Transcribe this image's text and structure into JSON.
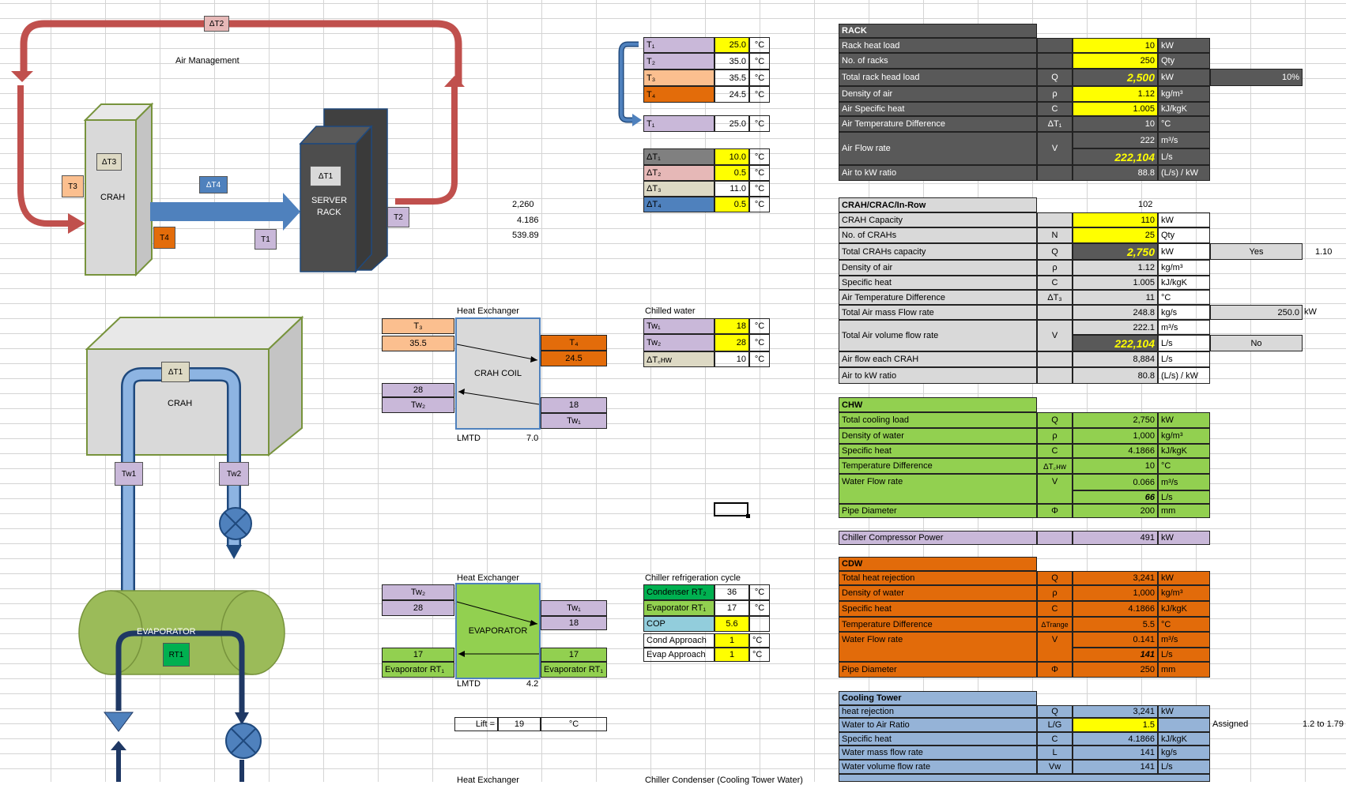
{
  "diagram": {
    "air_management": "Air Management",
    "crah": "CRAH",
    "server_rack_1": "SERVER",
    "server_rack_2": "RACK",
    "dT1": "ΔT1",
    "dT2": "ΔT2",
    "dT3": "ΔT3",
    "dT4": "ΔT4",
    "T1": "T1",
    "T2": "T2",
    "T3": "T3",
    "T4": "T4",
    "crah2": "CRAH",
    "tw1": "Tw1",
    "tw2": "Tw2",
    "dT1b": "ΔT1",
    "evaporator": "EVAPORATOR",
    "rt1": "RT1"
  },
  "side_values": {
    "v1": "2,260",
    "v2": "4.186",
    "v3": "539.89"
  },
  "temps": {
    "rows": [
      {
        "label": "T₁",
        "value": "25.0",
        "unit": "°C"
      },
      {
        "label": "T₂",
        "value": "35.0",
        "unit": "°C"
      },
      {
        "label": "T₃",
        "value": "35.5",
        "unit": "°C"
      },
      {
        "label": "T₄",
        "value": "24.5",
        "unit": "°C"
      }
    ],
    "t1_again": {
      "label": "T₁",
      "value": "25.0",
      "unit": "°C"
    },
    "deltas": [
      {
        "label": "ΔT₁",
        "value": "10.0",
        "unit": "°C"
      },
      {
        "label": "ΔT₂",
        "value": "0.5",
        "unit": "°C"
      },
      {
        "label": "ΔT₃",
        "value": "11.0",
        "unit": "°C"
      },
      {
        "label": "ΔT₄",
        "value": "0.5",
        "unit": "°C"
      }
    ]
  },
  "hx1": {
    "title": "Heat Exchanger",
    "coil": "CRAH COIL",
    "t3_label": "T₃",
    "t3_value": "35.5",
    "t4_label": "T₄",
    "t4_value": "24.5",
    "tw2_value": "28",
    "tw2_label": "Tw₂",
    "tw1_value": "18",
    "tw1_label": "Tw₁",
    "lmtd_label": "LMTD",
    "lmtd_value": "7.0"
  },
  "chilled": {
    "title": "Chilled water",
    "rows": [
      {
        "label": "Tw₁",
        "value": "18",
        "unit": "°C"
      },
      {
        "label": "Tw₂",
        "value": "28",
        "unit": "°C"
      },
      {
        "label": "ΔT꜀ʜᴡ",
        "value": "10",
        "unit": "°C"
      }
    ]
  },
  "hx2": {
    "title": "Heat Exchanger",
    "coil": "EVAPORATOR",
    "tw2_label": "Tw₂",
    "tw2_value": "28",
    "tw1_label": "Tw₁",
    "tw1_value": "18",
    "rt_left_value": "17",
    "rt_left_label": "Evaporator RT₁",
    "rt_right_value": "17",
    "rt_right_label": "Evaporator RT₁",
    "lmtd_label": "LMTD",
    "lmtd_value": "4.2",
    "lift_label": "Lift =",
    "lift_value": "19",
    "lift_unit": "°C"
  },
  "refrig": {
    "title": "Chiller refrigeration cycle",
    "rows": [
      {
        "label": "Condenser RT₂",
        "value": "36",
        "unit": "°C"
      },
      {
        "label": "Evaporator RT₁",
        "value": "17",
        "unit": "°C"
      },
      {
        "label": "COP",
        "value": "5.6",
        "unit": ""
      },
      {
        "label": "Cond Approach",
        "value": "1",
        "unit": "°C"
      },
      {
        "label": "Evap Approach",
        "value": "1",
        "unit": "°C"
      }
    ]
  },
  "bottom": {
    "hx3": "Heat Exchanger",
    "cond": "Chiller Condenser (Cooling Tower Water)"
  },
  "rack": {
    "header": "RACK",
    "rows": [
      {
        "label": "Rack heat load",
        "sym": "",
        "value": "10",
        "unit": "kW"
      },
      {
        "label": "No. of racks",
        "sym": "",
        "value": "250",
        "unit": "Qty"
      },
      {
        "label": "Total rack head load",
        "sym": "Q",
        "value": "2,500",
        "unit": "kW",
        "extra": "10%"
      },
      {
        "label": "Density of air",
        "sym": "ρ",
        "value": "1.12",
        "unit": "kg/m³"
      },
      {
        "label": "Air Specific heat",
        "sym": "C",
        "value": "1.005",
        "unit": "kJ/kgK"
      },
      {
        "label": "Air Temperature Difference",
        "sym": "ΔT₁",
        "value": "10",
        "unit": "°C"
      },
      {
        "label": "Air Flow rate",
        "sym": "V",
        "value": "222",
        "unit": "m³/s",
        "value2": "222,104",
        "unit2": "L/s"
      },
      {
        "label": "Air to kW ratio",
        "sym": "",
        "value": "88.8",
        "unit": "(L/s) / kW"
      }
    ]
  },
  "crah_tbl": {
    "header": "CRAH/CRAC/In-Row",
    "header_value": "102",
    "rows": [
      {
        "label": "CRAH Capacity",
        "sym": "",
        "value": "110",
        "unit": "kW"
      },
      {
        "label": "No. of CRAHs",
        "sym": "N",
        "value": "25",
        "unit": "Qty"
      },
      {
        "label": "Total CRAHs capacity",
        "sym": "Q",
        "value": "2,750",
        "unit": "kW",
        "extra": "Yes",
        "extra2": "1.10"
      },
      {
        "label": "Density of air",
        "sym": "ρ",
        "value": "1.12",
        "unit": "kg/m³"
      },
      {
        "label": "Specific heat",
        "sym": "C",
        "value": "1.005",
        "unit": "kJ/kgK"
      },
      {
        "label": "Air Temperature Difference",
        "sym": "ΔT₃",
        "value": "11",
        "unit": "°C"
      },
      {
        "label": "Total Air mass Flow rate",
        "sym": "",
        "value": "248.8",
        "unit": "kg/s",
        "extra": "250.0",
        "extra_unit": "kW"
      },
      {
        "label": "Total Air volume flow rate",
        "sym": "V",
        "value": "222.1",
        "unit": "m³/s",
        "value2": "222,104",
        "unit2": "L/s",
        "extra": "No"
      },
      {
        "label": "Air flow each CRAH",
        "sym": "",
        "value": "8,884",
        "unit": "L/s"
      },
      {
        "label": "Air to kW ratio",
        "sym": "",
        "value": "80.8",
        "unit": "(L/s) / kW"
      }
    ]
  },
  "chw": {
    "header": "CHW",
    "rows": [
      {
        "label": "Total cooling load",
        "sym": "Q",
        "value": "2,750",
        "unit": "kW"
      },
      {
        "label": "Density of water",
        "sym": "ρ",
        "value": "1,000",
        "unit": "kg/m³"
      },
      {
        "label": "Specific heat",
        "sym": "C",
        "value": "4.1866",
        "unit": "kJ/kgK"
      },
      {
        "label": "Temperature Difference",
        "sym": "ΔT꜀ʜᴡ",
        "value": "10",
        "unit": "°C"
      },
      {
        "label": "Water Flow rate",
        "sym": "V",
        "value": "0.066",
        "unit": "m³/s",
        "value2": "66",
        "unit2": "L/s"
      },
      {
        "label": "Pipe Diameter",
        "sym": "Φ",
        "value": "200",
        "unit": "mm"
      }
    ]
  },
  "compressor": {
    "label": "Chiller Compressor Power",
    "value": "491",
    "unit": "kW"
  },
  "cdw": {
    "header": "CDW",
    "rows": [
      {
        "label": "Total heat rejection",
        "sym": "Q",
        "value": "3,241",
        "unit": "kW"
      },
      {
        "label": "Density of water",
        "sym": "ρ",
        "value": "1,000",
        "unit": "kg/m³"
      },
      {
        "label": "Specific heat",
        "sym": "C",
        "value": "4.1866",
        "unit": "kJ/kgK"
      },
      {
        "label": "Temperature Difference",
        "sym": "ΔTrange",
        "value": "5.5",
        "unit": "°C"
      },
      {
        "label": "Water Flow rate",
        "sym": "V",
        "value": "0.141",
        "unit": "m³/s",
        "value2": "141",
        "unit2": "L/s"
      },
      {
        "label": "Pipe Diameter",
        "sym": "Φ",
        "value": "250",
        "unit": "mm"
      }
    ]
  },
  "ct": {
    "header": "Cooling Tower",
    "rows": [
      {
        "label": "heat rejection",
        "sym": "Q",
        "value": "3,241",
        "unit": "kW"
      },
      {
        "label": "Water to Air Ratio",
        "sym": "L/G",
        "value": "1.5",
        "unit": "",
        "extra": "Assigned",
        "extra2": "1.2 to 1.79"
      },
      {
        "label": "Specific heat",
        "sym": "C",
        "value": "4.1866",
        "unit": "kJ/kgK"
      },
      {
        "label": "Water mass flow rate",
        "sym": "L",
        "value": "141",
        "unit": "kg/s"
      },
      {
        "label": "Water volume flow rate",
        "sym": "Vw",
        "value": "141",
        "unit": "L/s"
      }
    ]
  }
}
